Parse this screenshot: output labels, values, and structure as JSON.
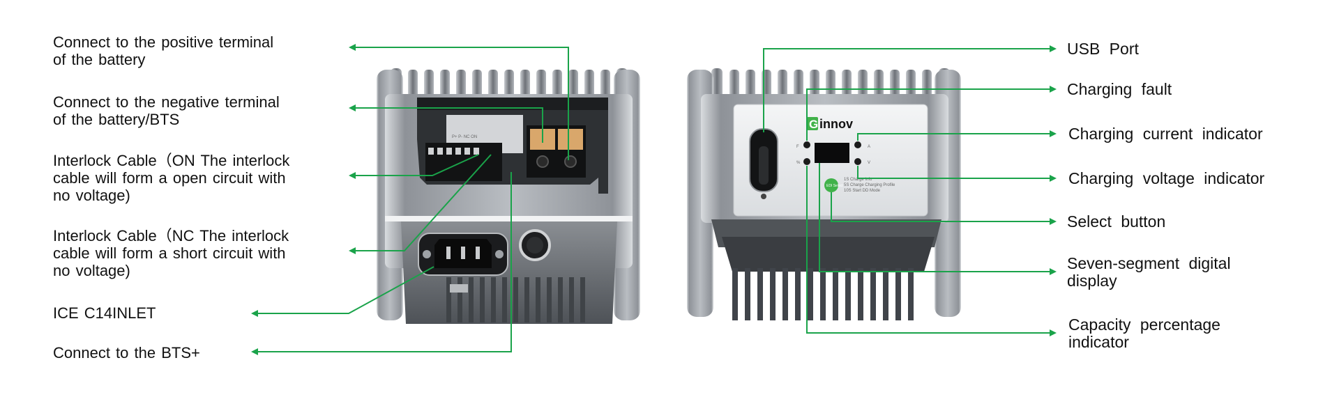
{
  "colors": {
    "leader": "#1aa34a",
    "housing": "#9a9ea4",
    "panel": "#ebedef",
    "accent": "#41b24a"
  },
  "left_device": {
    "port_labels": [
      "P+",
      "P-",
      "NC",
      "ON"
    ],
    "labels": [
      "Connect to the positive terminal\nof the battery",
      "Connect to the negative terminal\nof the battery/BTS",
      "Interlock Cable（ON The interlock\ncable will form a open circuit with\nno voltage)",
      "Interlock Cable（NC The interlock\ncable will form a short circuit with\nno voltage)",
      "ICE  C14INLET",
      "Connect to the BTS+"
    ]
  },
  "right_device": {
    "brand": "innov",
    "brand_mark": "G",
    "select_label": "EDI Select",
    "led_labels": {
      "left_top": "F",
      "left_bottom": "%",
      "right_top": "A",
      "right_bottom": "V"
    },
    "menu_lines": [
      "1S  Charge Info",
      "5S  Charge Charging Profile",
      "10S  Start DD Mode"
    ],
    "labels": [
      "USB  Port",
      "Charging  fault",
      "Charging  current  indicator",
      "Charging  voltage  indicator",
      "Select  button",
      "Seven-segment  digital\ndisplay",
      "Capacity  percentage\nindicator"
    ]
  }
}
